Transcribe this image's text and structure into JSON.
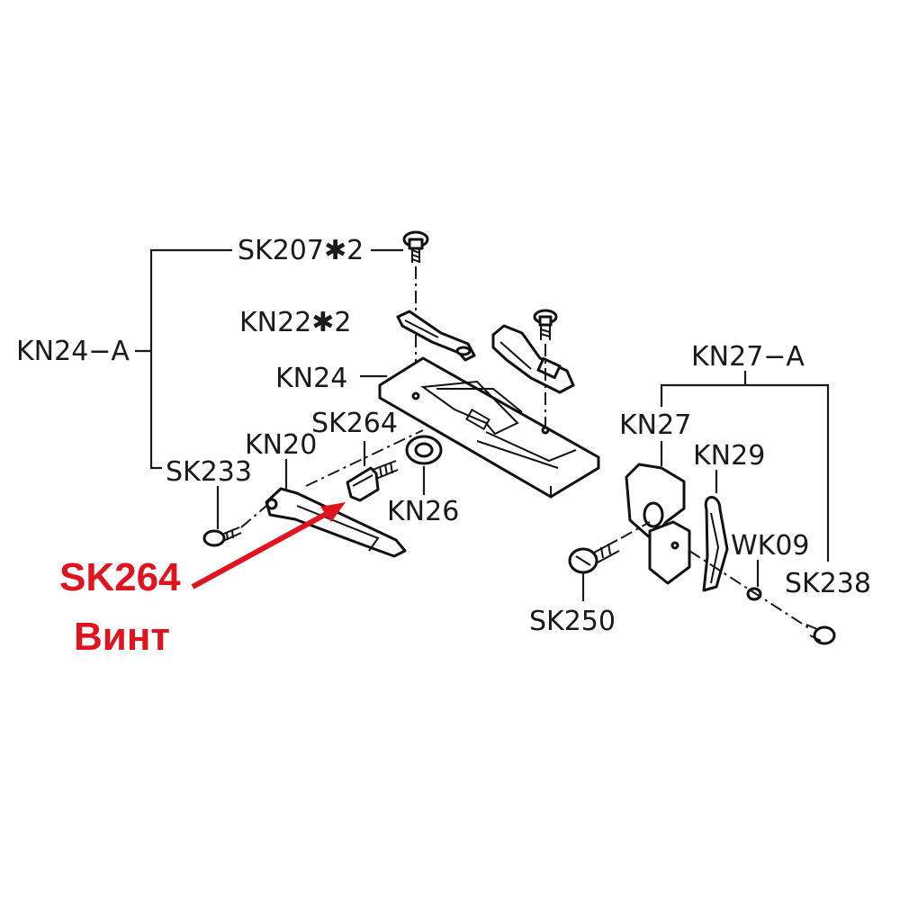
{
  "labels": {
    "kn24a": "KN24−A",
    "sk207": "SK207✱2",
    "kn22": "KN22✱2",
    "kn24": "KN24",
    "sk264": "SK264",
    "kn20": "KN20",
    "sk233": "SK233",
    "kn26": "KN26",
    "kn27a": "KN27−A",
    "kn27": "KN27",
    "kn29": "KN29",
    "wk09": "WK09",
    "sk238": "SK238",
    "sk250": "SK250"
  },
  "highlight": {
    "part_code": "SK264",
    "part_name": "Винт",
    "color": "#e0141e"
  }
}
